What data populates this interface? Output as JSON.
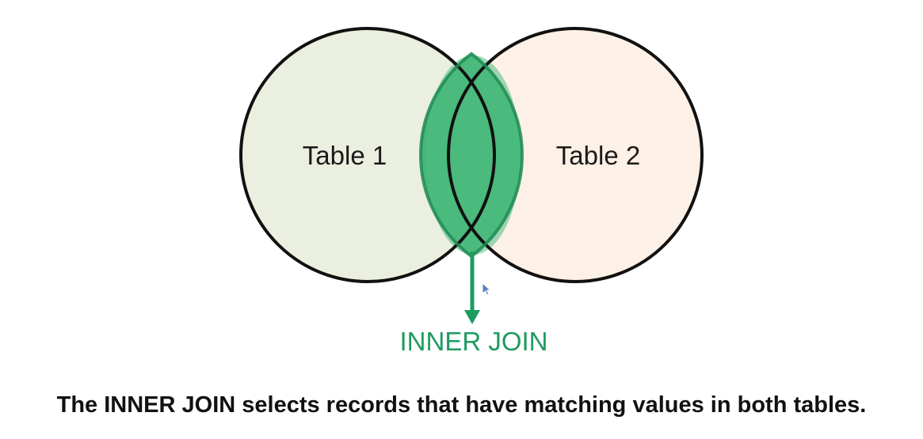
{
  "diagram": {
    "left_set_label": "Table 1",
    "right_set_label": "Table 2",
    "intersection_label": "INNER JOIN"
  },
  "caption": "The INNER JOIN selects records that have matching values in both tables.",
  "colors": {
    "left_fill": "#ebefdf",
    "right_fill": "#fdf0e6",
    "intersection_fill": "#3fb174",
    "intersection_edge": "#1e8a55",
    "outline": "#111111",
    "join_text": "#1f9b5f",
    "arrow": "#1f9b5f"
  }
}
